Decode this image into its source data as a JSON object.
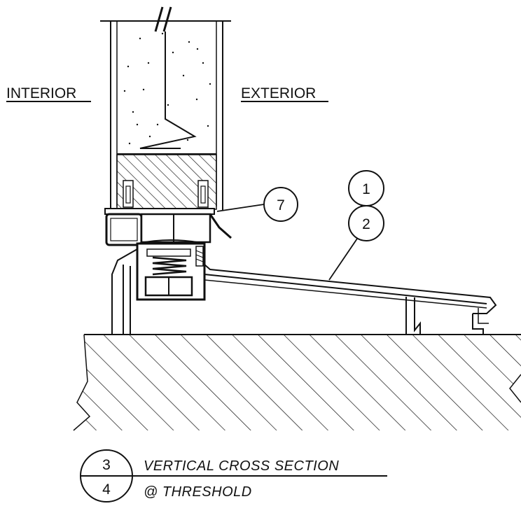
{
  "labels": {
    "interior": "INTERIOR",
    "exterior": "EXTERIOR"
  },
  "callouts": {
    "c1": "1",
    "c2": "2",
    "c7": "7"
  },
  "title_block": {
    "sheet_top": "3",
    "sheet_bottom": "4",
    "title_line1": "VERTICAL  CROSS  SECTION",
    "title_line2": "@  THRESHOLD"
  },
  "colors": {
    "ink": "#111111",
    "paper": "#ffffff"
  }
}
